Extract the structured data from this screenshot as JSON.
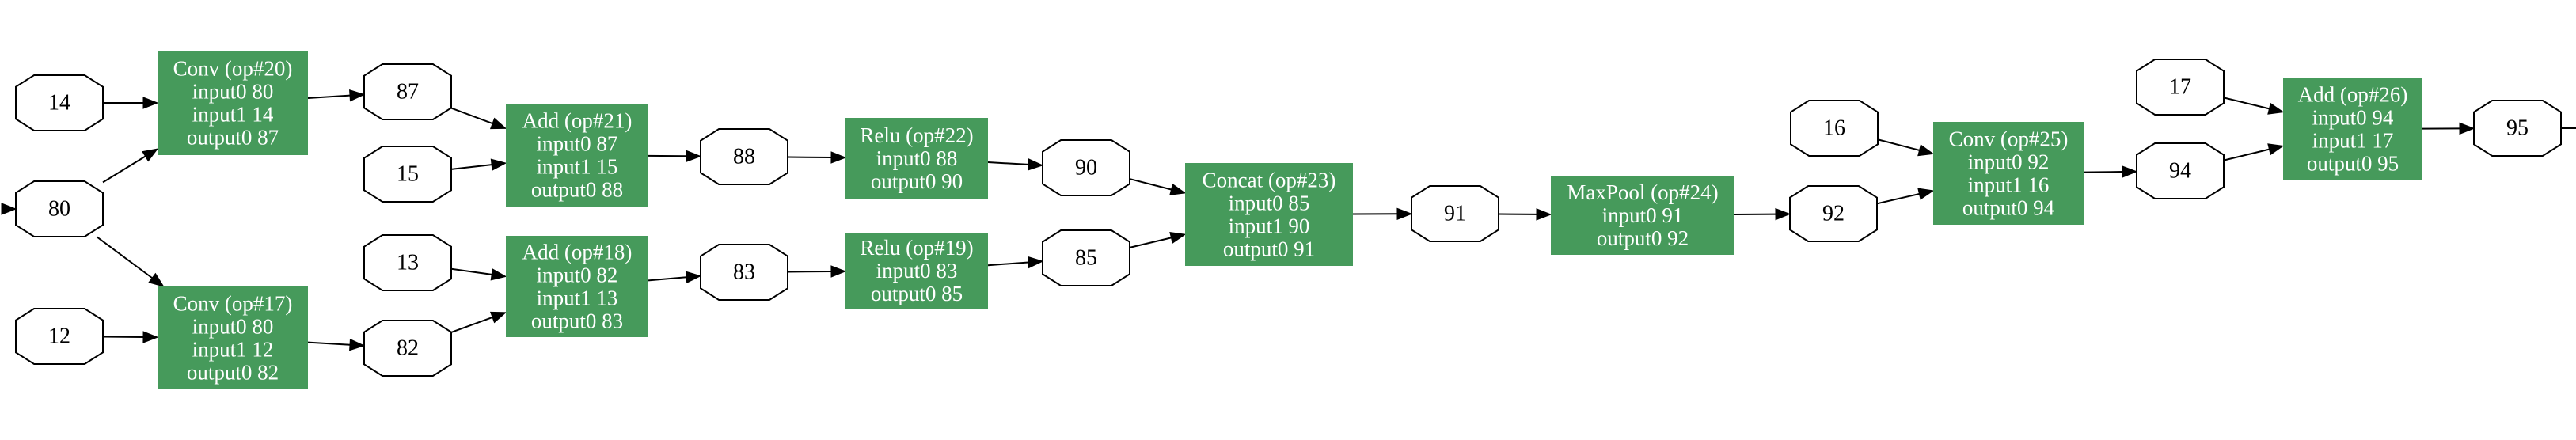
{
  "graph": {
    "colors": {
      "op_fill": "#469a5b",
      "op_text": "#ffffff",
      "tensor_stroke": "#000000",
      "edge": "#000000"
    },
    "tensors": [
      {
        "id": "t14",
        "label": "14"
      },
      {
        "id": "t80",
        "label": "80"
      },
      {
        "id": "t12",
        "label": "12"
      },
      {
        "id": "t87",
        "label": "87"
      },
      {
        "id": "t15",
        "label": "15"
      },
      {
        "id": "t82",
        "label": "82"
      },
      {
        "id": "t13",
        "label": "13"
      },
      {
        "id": "t88",
        "label": "88"
      },
      {
        "id": "t83",
        "label": "83"
      },
      {
        "id": "t90",
        "label": "90"
      },
      {
        "id": "t85",
        "label": "85"
      },
      {
        "id": "t91",
        "label": "91"
      },
      {
        "id": "t92",
        "label": "92"
      },
      {
        "id": "t16",
        "label": "16"
      },
      {
        "id": "t94",
        "label": "94"
      },
      {
        "id": "t17",
        "label": "17"
      },
      {
        "id": "t95",
        "label": "95"
      }
    ],
    "ops": [
      {
        "id": "op20",
        "lines": [
          "Conv (op#20)",
          "input0 80",
          "input1 14",
          "output0 87"
        ]
      },
      {
        "id": "op17",
        "lines": [
          "Conv (op#17)",
          "input0 80",
          "input1 12",
          "output0 82"
        ]
      },
      {
        "id": "op21",
        "lines": [
          "Add (op#21)",
          "input0 87",
          "input1 15",
          "output0 88"
        ]
      },
      {
        "id": "op18",
        "lines": [
          "Add (op#18)",
          "input0 82",
          "input1 13",
          "output0 83"
        ]
      },
      {
        "id": "op22",
        "lines": [
          "Relu (op#22)",
          "input0 88",
          "output0 90"
        ]
      },
      {
        "id": "op19",
        "lines": [
          "Relu (op#19)",
          "input0 83",
          "output0 85"
        ]
      },
      {
        "id": "op23",
        "lines": [
          "Concat (op#23)",
          "input0 85",
          "input1 90",
          "output0 91"
        ]
      },
      {
        "id": "op24",
        "lines": [
          "MaxPool (op#24)",
          "input0 91",
          "output0 92"
        ]
      },
      {
        "id": "op25",
        "lines": [
          "Conv (op#25)",
          "input0 92",
          "input1 16",
          "output0 94"
        ]
      },
      {
        "id": "op26",
        "lines": [
          "Add (op#26)",
          "input0 94",
          "input1 17",
          "output0 95"
        ]
      }
    ],
    "edges": [
      {
        "from": "in",
        "to": "t80"
      },
      {
        "from": "t14",
        "to": "op20"
      },
      {
        "from": "t80",
        "to": "op20"
      },
      {
        "from": "t80",
        "to": "op17"
      },
      {
        "from": "t12",
        "to": "op17"
      },
      {
        "from": "op20",
        "to": "t87"
      },
      {
        "from": "op17",
        "to": "t82"
      },
      {
        "from": "t87",
        "to": "op21"
      },
      {
        "from": "t15",
        "to": "op21"
      },
      {
        "from": "t82",
        "to": "op18"
      },
      {
        "from": "t13",
        "to": "op18"
      },
      {
        "from": "op21",
        "to": "t88"
      },
      {
        "from": "op18",
        "to": "t83"
      },
      {
        "from": "t88",
        "to": "op22"
      },
      {
        "from": "t83",
        "to": "op19"
      },
      {
        "from": "op22",
        "to": "t90"
      },
      {
        "from": "op19",
        "to": "t85"
      },
      {
        "from": "t90",
        "to": "op23"
      },
      {
        "from": "t85",
        "to": "op23"
      },
      {
        "from": "op23",
        "to": "t91"
      },
      {
        "from": "t91",
        "to": "op24"
      },
      {
        "from": "op24",
        "to": "t92"
      },
      {
        "from": "t92",
        "to": "op25"
      },
      {
        "from": "t16",
        "to": "op25"
      },
      {
        "from": "op25",
        "to": "t94"
      },
      {
        "from": "t94",
        "to": "op26"
      },
      {
        "from": "t17",
        "to": "op26"
      },
      {
        "from": "op26",
        "to": "t95"
      },
      {
        "from": "t95",
        "to": "out"
      }
    ]
  }
}
